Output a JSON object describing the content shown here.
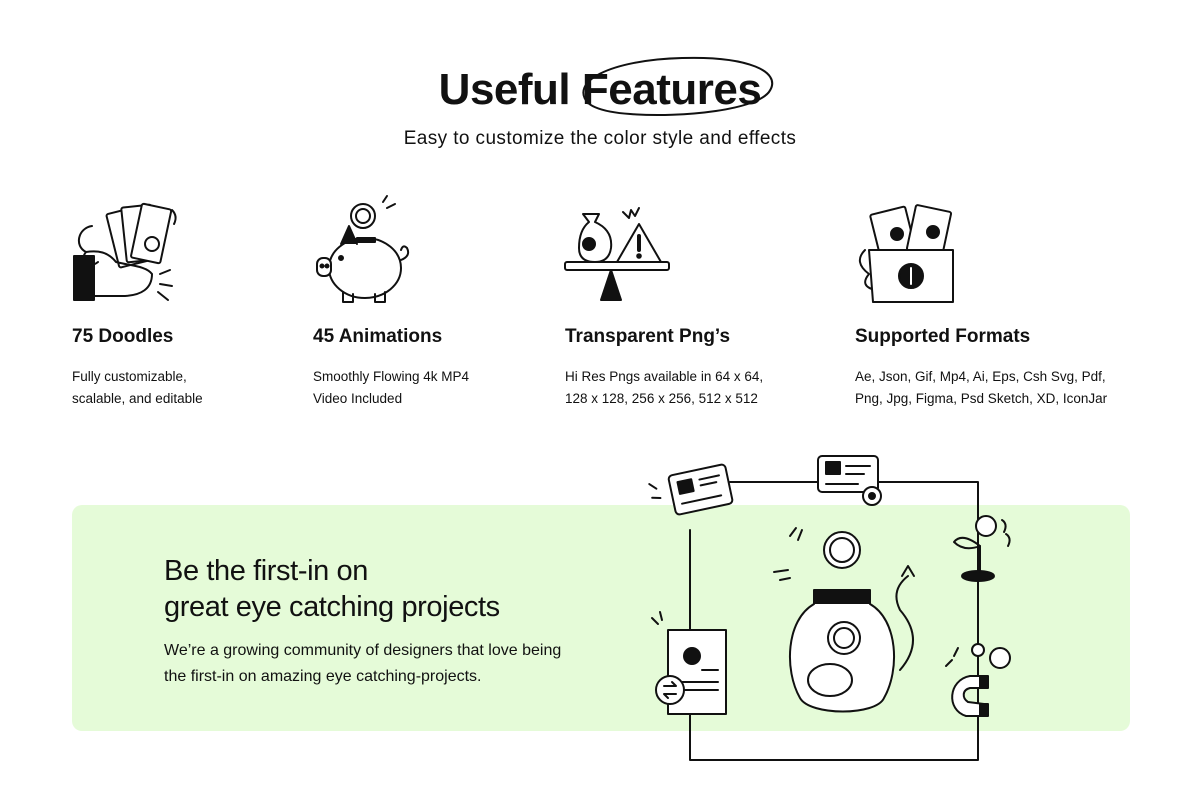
{
  "header": {
    "title_plain": "Useful",
    "title_highlight": "Features",
    "subtitle": "Easy to customize the color style and effects"
  },
  "features": [
    {
      "illustration": "hand-holding-money-doodle",
      "title": "75 Doodles",
      "lines": [
        "Fully customizable,",
        "scalable, and editable"
      ]
    },
    {
      "illustration": "piggy-bank-doodle",
      "title": "45 Animations",
      "lines": [
        "Smoothly Flowing 4k MP4",
        "Video Included"
      ]
    },
    {
      "illustration": "money-bag-warning-seesaw-doodle",
      "title": "Transparent Png’s",
      "lines": [
        "Hi Res Pngs available in 64 x 64,",
        "128 x 128, 256 x 256, 512 x 512"
      ]
    },
    {
      "illustration": "box-of-money-doodle",
      "title": "Supported Formats",
      "lines": [
        "Ae, Json, Gif, Mp4, Ai, Eps, Csh Svg, Pdf,",
        "Png, Jpg, Figma, Psd Sketch, XD, IconJar"
      ]
    }
  ],
  "banner": {
    "headline": [
      "Be the first-in on",
      "great eye catching projects"
    ],
    "body": [
      "We’re a growing community of designers that love being",
      "the first-in on amazing eye catching-projects."
    ],
    "background": "#e5fbd8"
  },
  "artwork": {
    "center": "coin-jar-doodle",
    "around": [
      "credit-card-doodle",
      "card-with-gear-doodle",
      "coin-plant-doodle",
      "invoice-doodle",
      "coin-magnet-doodle"
    ]
  },
  "colors": {
    "ink": "#111111",
    "background": "#ffffff",
    "banner": "#e5fbd8"
  }
}
